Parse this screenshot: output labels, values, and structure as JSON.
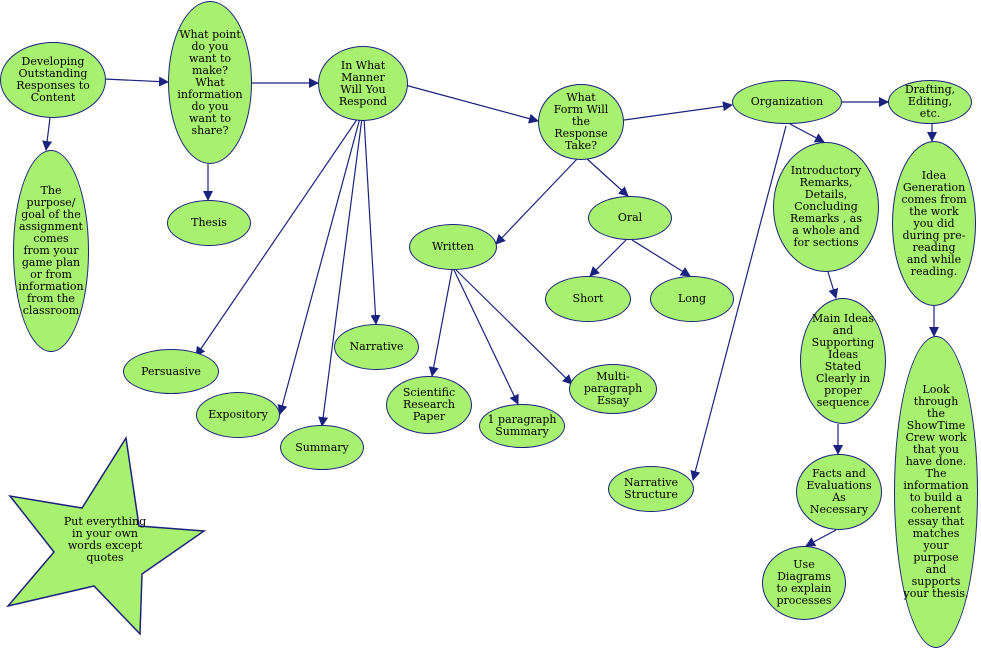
{
  "colors": {
    "node_fill": "#a8f070",
    "border": "#1a237e",
    "arrow": "#1a237e"
  },
  "nodes": {
    "developing": "Developing Outstanding Responses to Content",
    "purpose": "The purpose/ goal of the assignment comes from your game plan or from information from the classroom",
    "what_point": "What point do you want to make? What information do you want to share?",
    "thesis": "Thesis",
    "manner": "In What Manner Will You Respond",
    "persuasive": "Persuasive",
    "expository": "Expository",
    "summary": "Summary",
    "narrative": "Narrative",
    "what_form": "What Form Will the Response Take?",
    "written": "Written",
    "oral": "Oral",
    "short": "Short",
    "long": "Long",
    "scientific": "Scientific Research Paper",
    "one_paragraph": "1 paragraph Summary",
    "multi_paragraph": "Multi-paragraph Essay",
    "organization": "Organization",
    "narrative_structure": "Narrative Structure",
    "intro": "Introductory Remarks, Details, Concluding Remarks , as a whole and for sections",
    "main_ideas": "Main Ideas and Supporting Ideas Stated Clearly in proper sequence",
    "facts": "Facts and Evaluations As Necessary",
    "diagrams": "Use Diagrams to explain processes",
    "drafting": "Drafting, Editing, etc.",
    "idea_gen": "Idea Generation comes from the work you did during pre-reading and while reading.",
    "look_through": "Look through the ShowTime Crew work that you have done. The information to build a coherent essay that matches your purpose and supports your thesis."
  },
  "star": {
    "text": "Put everything in your own words except quotes"
  }
}
